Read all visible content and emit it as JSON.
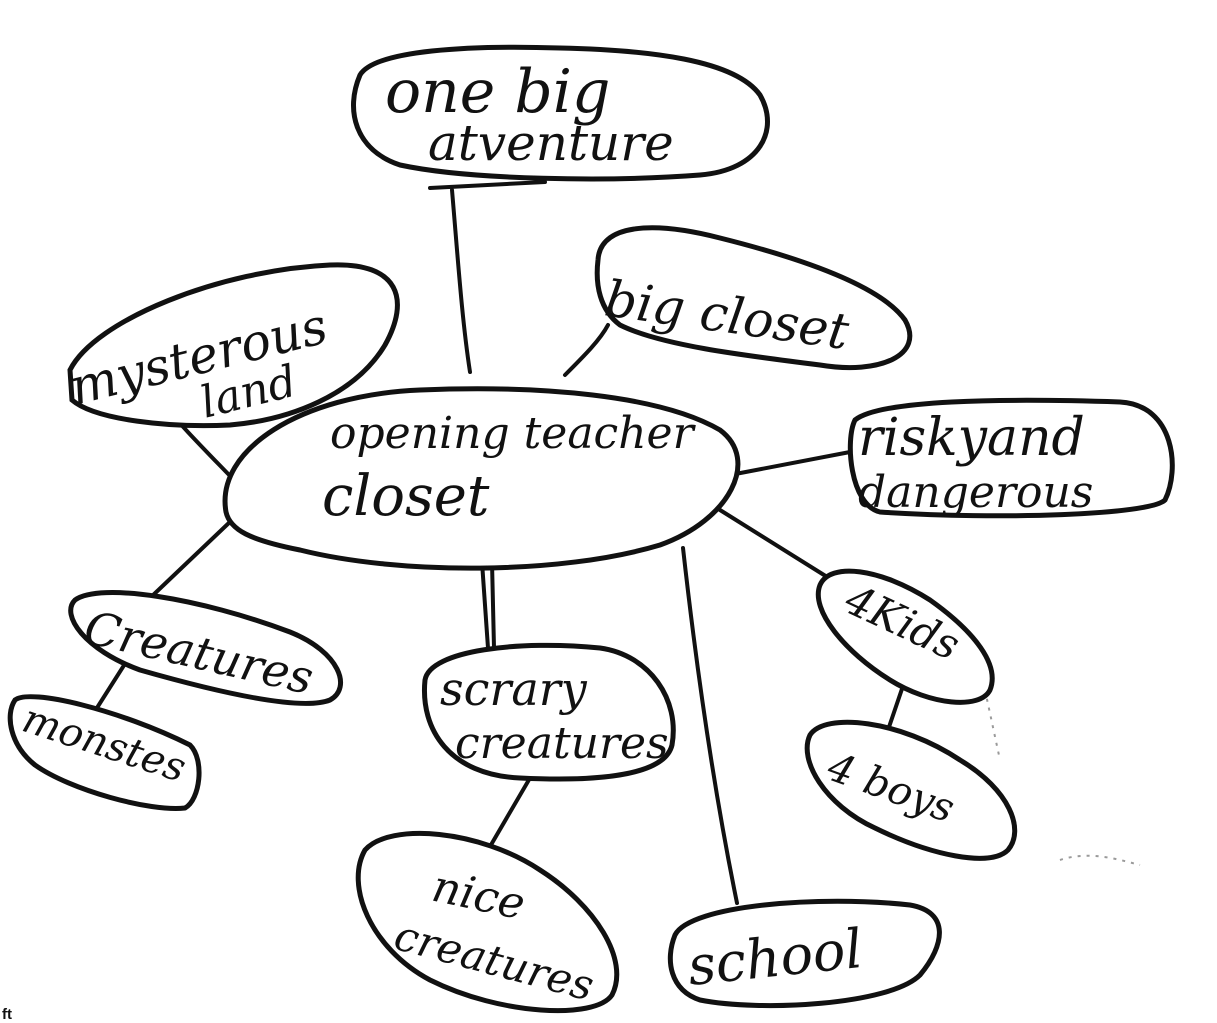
{
  "center": {
    "line1": "opening teacher",
    "line2": "closet"
  },
  "nodes": {
    "adventure": {
      "line1": "one big",
      "line2": "atventure"
    },
    "big_closet": {
      "line1": "big closet"
    },
    "mysterious": {
      "line1": "mysterous",
      "line2": "land"
    },
    "risky": {
      "line1": "riskyand",
      "line2": "dangerous"
    },
    "creatures": {
      "line1": "Creatures"
    },
    "monsters": {
      "line1": "monstes"
    },
    "scary": {
      "line1": "scrary",
      "line2": "creatures"
    },
    "nice": {
      "line1": "nice",
      "line2": "creatures"
    },
    "school": {
      "line1": "school"
    },
    "kids": {
      "line1": "4Kids"
    },
    "boys": {
      "line1": "4 boys"
    }
  },
  "footer": {
    "text": "ft"
  }
}
